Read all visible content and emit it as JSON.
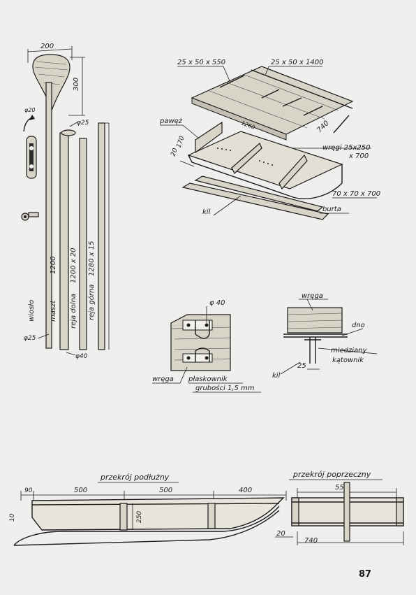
{
  "mast_drawing": {
    "dim_sail_width": "200",
    "dim_sail_height": "300",
    "dim_phi20": "φ20",
    "dim_phi25_top": "φ25",
    "dim_phi25_bottom": "φ25",
    "dim_phi40": "φ40",
    "label_wioslo": "wiosło",
    "label_maszt": "maszt",
    "dim_maszt": "1200",
    "label_reja_dolna": "reja dolna",
    "dim_reja_dolna": "1200 x 20",
    "label_reja_gorna": "reja górna",
    "dim_reja_gorna": "1280 x 15"
  },
  "hull_exploded": {
    "dim_top_left": "25 x 50 x 550",
    "dim_top_right": "25 x 50 x 1400",
    "label_pawez": "pawęż",
    "dim_170": "170",
    "dim_20": "20",
    "dim_1260": "1260",
    "dim_740": "740",
    "label_wregi": "wręgi 25x250",
    "label_wregi_2": "x 700",
    "dim_bottom": "70 x 70 x 700",
    "label_burta": "burta",
    "label_kil": "kil"
  },
  "detail_plaskownik": {
    "dim_phi40": "φ 40",
    "label_wrega": "wręga",
    "label_plaskownik": "płaskownik",
    "label_grubosci": "grubości 1,5 mm"
  },
  "detail_katownik": {
    "label_wrega": "wręga",
    "label_dno": "dno",
    "label_miedziany": "miedziany",
    "label_katownik": "kątownik",
    "label_kil": "kil",
    "dim_25": "25"
  },
  "section_longitudinal": {
    "title": "przekrój podłużny",
    "dim_90": "90",
    "dim_500a": "500",
    "dim_500b": "500",
    "dim_400": "400",
    "dim_10": "10",
    "dim_250": "250"
  },
  "section_transverse": {
    "title": "przekrój poprzeczny",
    "dim_550": "550",
    "dim_20": "20",
    "dim_740": "740"
  },
  "page_number": "87"
}
